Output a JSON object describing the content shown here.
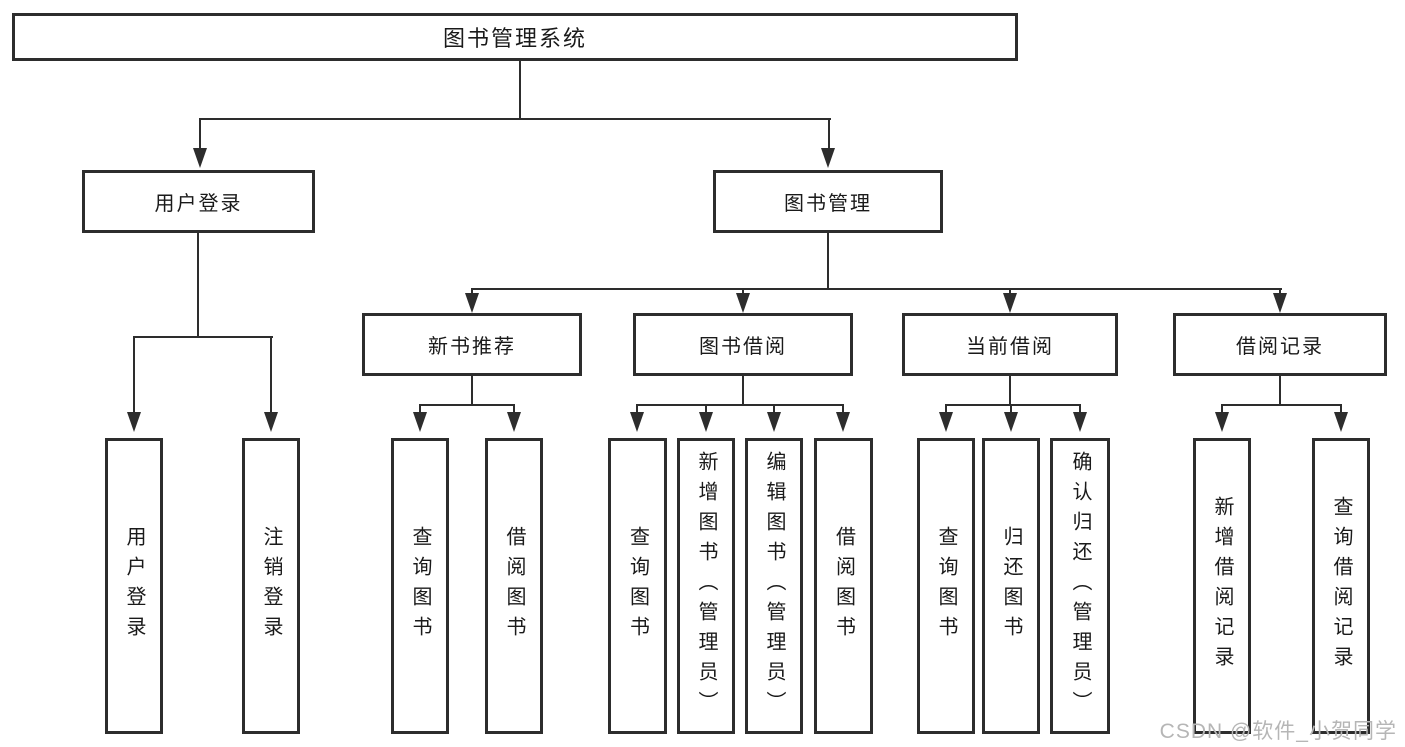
{
  "colors": {
    "line": "#2d2d2d",
    "text": "#1a1a1a",
    "background": "#ffffff",
    "watermark": "#b6b6b6"
  },
  "watermark": {
    "text": "CSDN @软件_小贺同学"
  },
  "tree": {
    "root": {
      "label": "图书管理系统"
    },
    "children": [
      {
        "label": "用户登录",
        "children": [
          {
            "label": "用户登录"
          },
          {
            "label": "注销登录"
          }
        ]
      },
      {
        "label": "图书管理",
        "children": [
          {
            "label": "新书推荐",
            "children": [
              {
                "label": "查询图书"
              },
              {
                "label": "借阅图书"
              }
            ]
          },
          {
            "label": "图书借阅",
            "children": [
              {
                "label": "查询图书"
              },
              {
                "label": "新增图书（管理员）"
              },
              {
                "label": "编辑图书（管理员）"
              },
              {
                "label": "借阅图书"
              }
            ]
          },
          {
            "label": "当前借阅",
            "children": [
              {
                "label": "查询图书"
              },
              {
                "label": "归还图书"
              },
              {
                "label": "确认归还（管理员）"
              }
            ]
          },
          {
            "label": "借阅记录",
            "children": [
              {
                "label": "新增借阅记录"
              },
              {
                "label": "查询借阅记录"
              }
            ]
          }
        ]
      }
    ]
  }
}
